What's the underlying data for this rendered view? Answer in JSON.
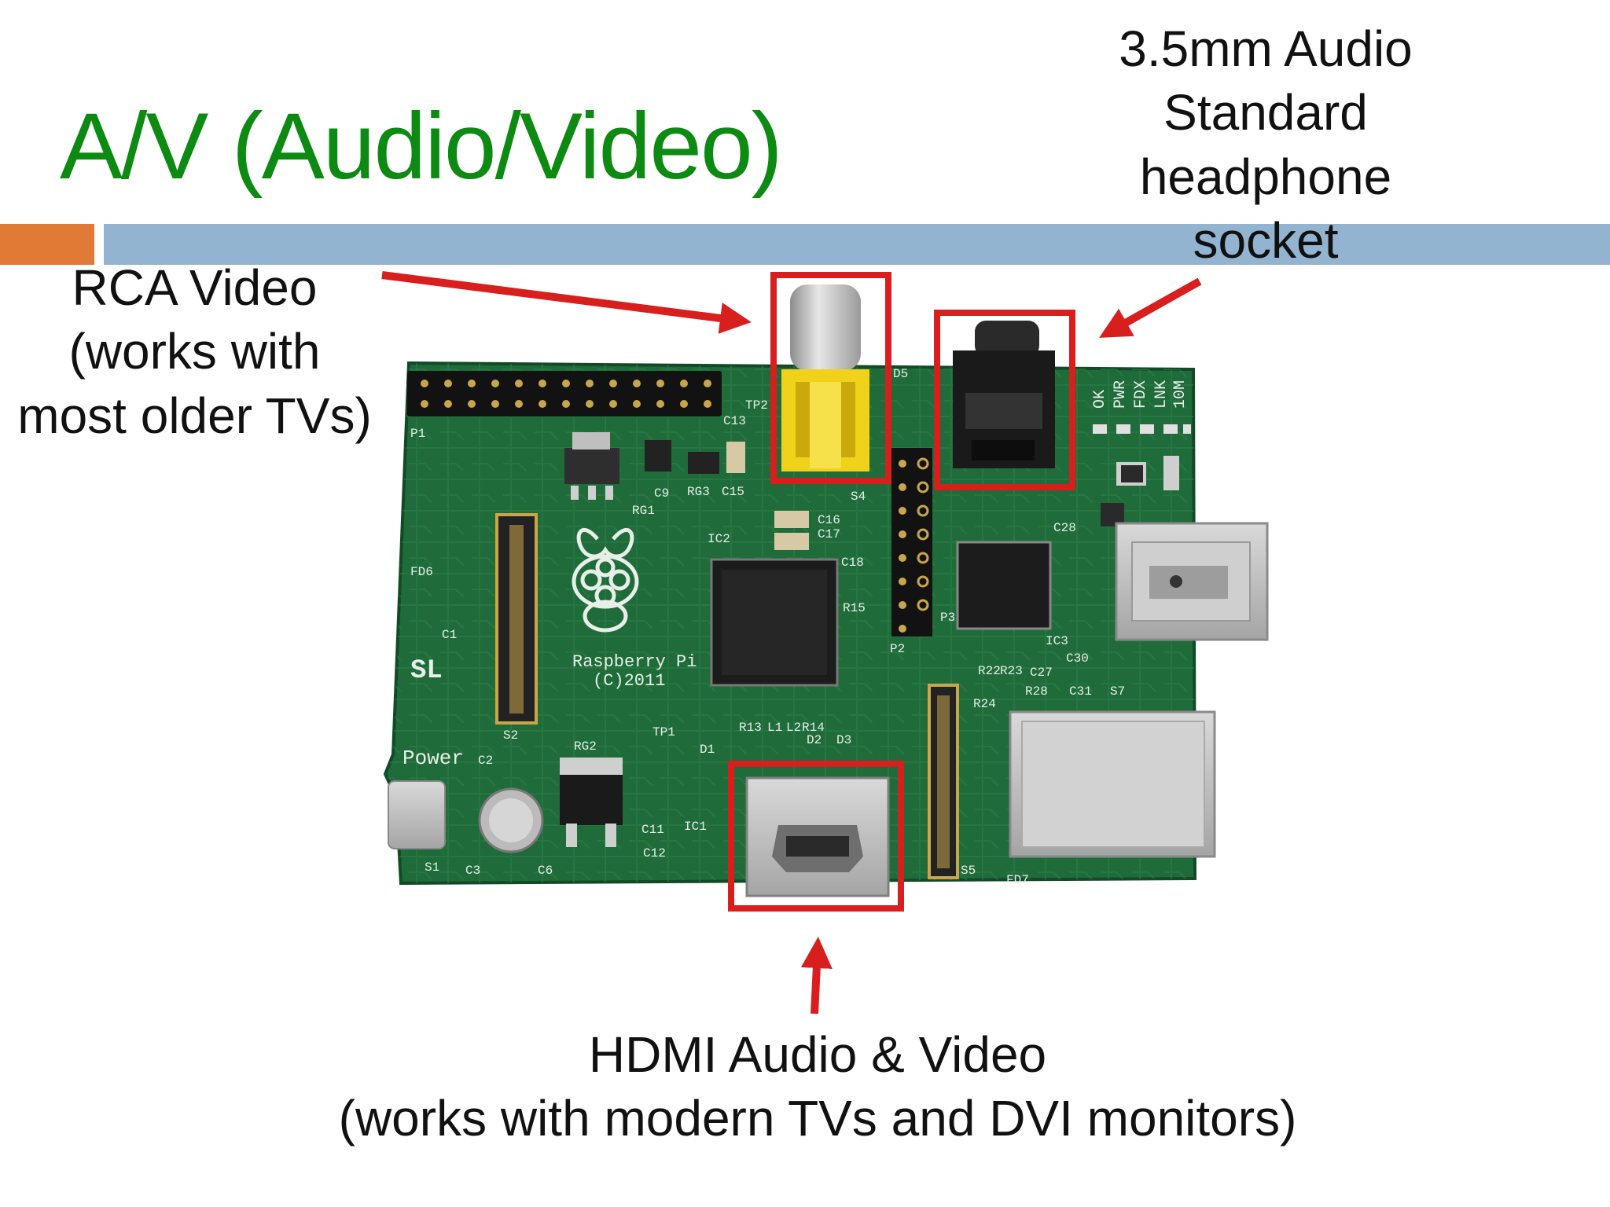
{
  "slide": {
    "title": "A/V (Audio/Video)"
  },
  "callouts": {
    "rca": [
      "RCA Video",
      "(works with",
      "most older TVs)"
    ],
    "audio": [
      "3.5mm Audio",
      "Standard",
      "headphone",
      "socket"
    ],
    "hdmi": [
      "HDMI Audio & Video",
      "(works with modern TVs and DVI monitors)"
    ]
  },
  "board": {
    "silkscreen": {
      "logo_text": "Raspberry Pi",
      "copyright": "(C)2011",
      "power": "Power",
      "status_leds": [
        "OK",
        "PWR",
        "FDX",
        "LNK",
        "10M"
      ],
      "refs": [
        "P1",
        "C13",
        "TP2",
        "D5",
        "C16",
        "C17",
        "C18",
        "R15",
        "IC2",
        "RG1",
        "RG2",
        "RG3",
        "C9",
        "C15",
        "S4",
        "S2",
        "S1",
        "S5",
        "S7",
        "C1",
        "C2",
        "C3",
        "C6",
        "C11",
        "C12",
        "IC1",
        "D1",
        "D2",
        "D3",
        "R13",
        "L1",
        "L2",
        "R14",
        "TP1",
        "P2",
        "P3",
        "IC3",
        "C27",
        "C28",
        "C30",
        "C31",
        "R22",
        "R23",
        "R24",
        "R28",
        "FD6",
        "FD7",
        "SL"
      ]
    }
  },
  "colors": {
    "title": "#0c8a12",
    "accent_orange": "#e07a35",
    "accent_blue": "#93b4d0",
    "highlight": "#d91e1e",
    "pcb": "#1f6b3a"
  }
}
